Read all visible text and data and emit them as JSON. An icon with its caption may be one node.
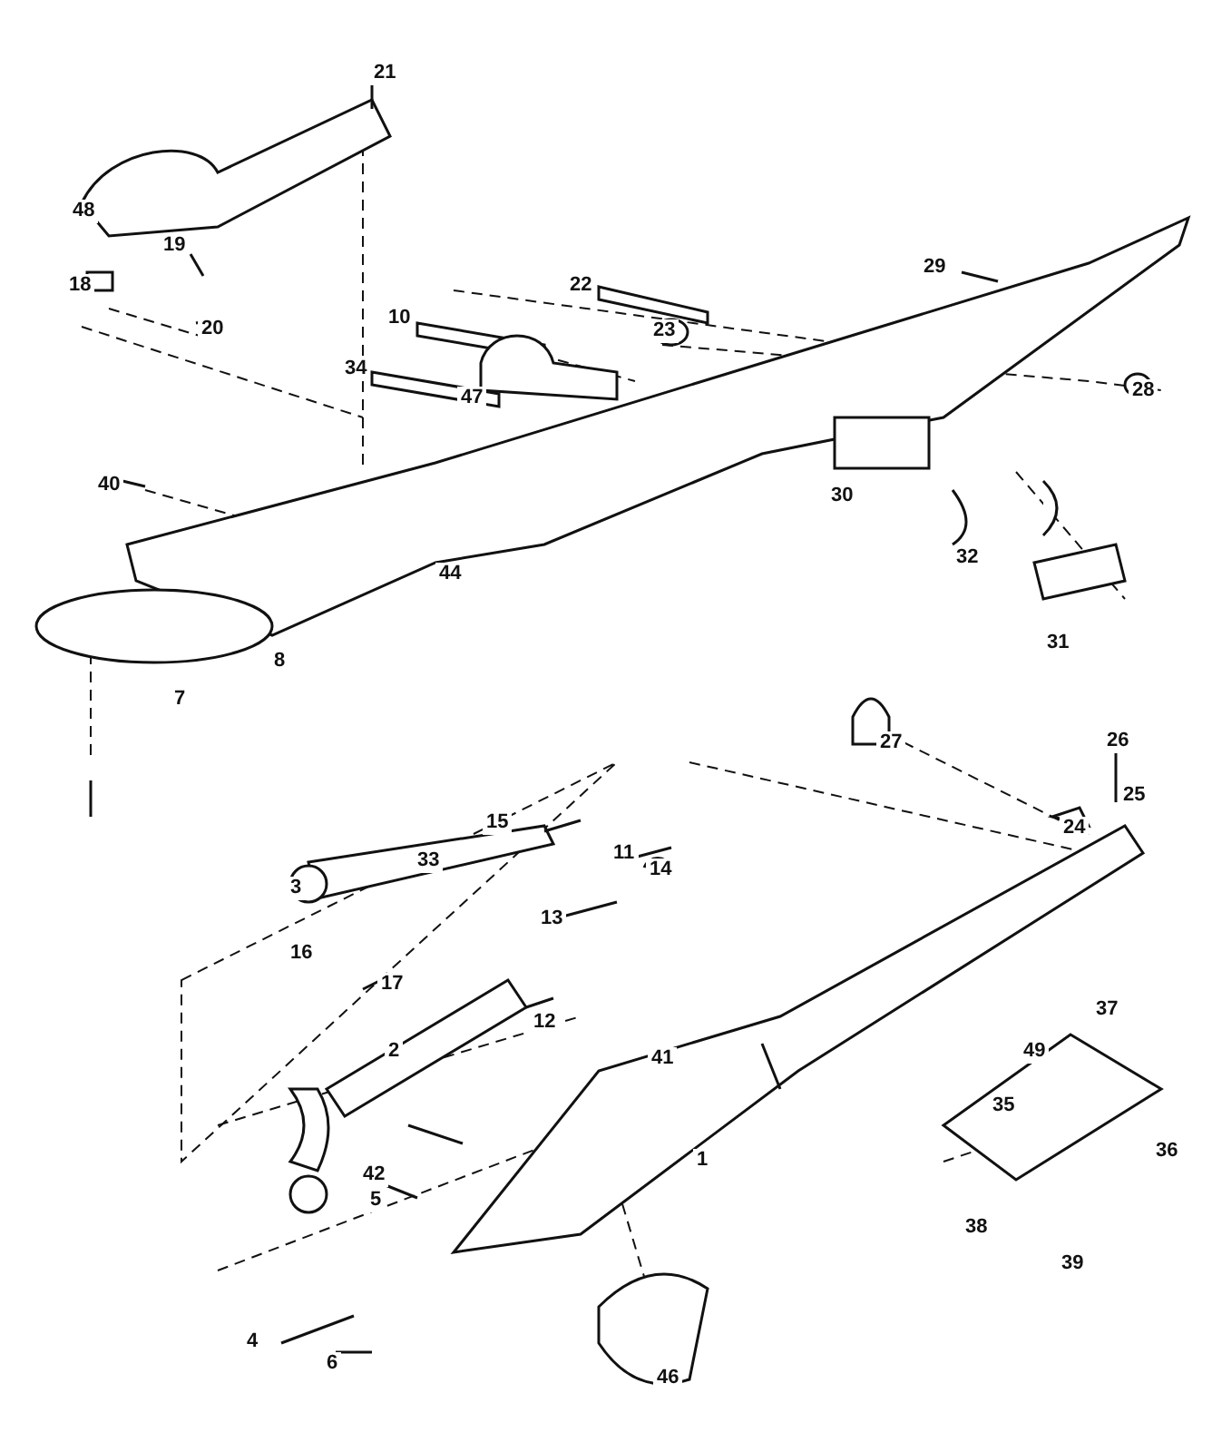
{
  "diagram": {
    "labels": [
      "21",
      "48",
      "19",
      "18",
      "29",
      "22",
      "10",
      "20",
      "23",
      "34",
      "47",
      "28",
      "30",
      "40",
      "32",
      "44",
      "31",
      "8",
      "7",
      "27",
      "26",
      "25",
      "15",
      "33",
      "11",
      "14",
      "24",
      "3",
      "13",
      "16",
      "17",
      "2",
      "12",
      "37",
      "41",
      "49",
      "35",
      "36",
      "1",
      "42",
      "5",
      "38",
      "39",
      "4",
      "46",
      "6"
    ]
  }
}
